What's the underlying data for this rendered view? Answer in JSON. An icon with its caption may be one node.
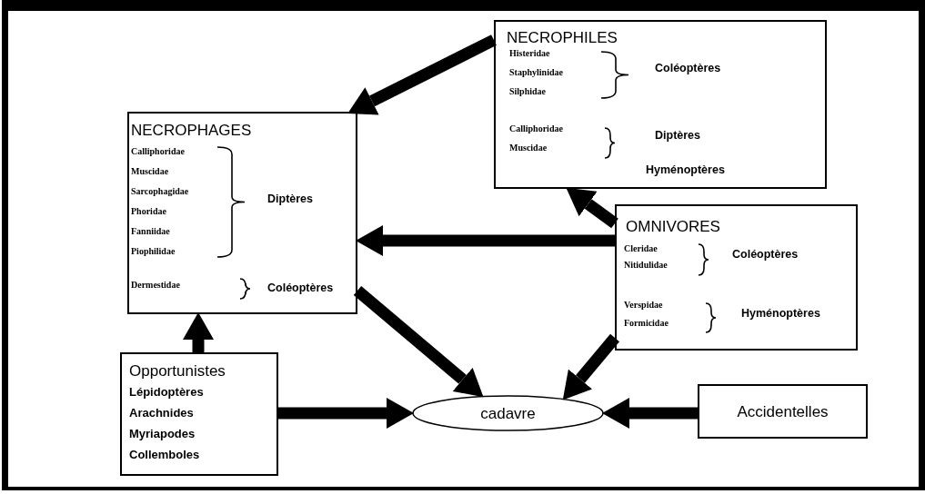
{
  "diagram": {
    "nodes": [
      {
        "text": [
          "NECROPHILES",
          "Histeridae",
          "Staphylinidae",
          "Silphidae",
          "Coléoptères",
          "Calliphoridae",
          "Muscidae",
          "Diptères",
          "Hyménoptères"
        ]
      },
      {
        "text": [
          "NECROPHAGES",
          "Calliphoridae",
          "Muscidae",
          "Sarcophagidae",
          "Phoridae",
          "Fanniidae",
          "Piophilidae",
          "Diptères",
          "Dermestidae",
          "Coléoptères"
        ]
      },
      {
        "text": [
          "OMNIVORES",
          "Cleridae",
          "Nitidulidae",
          "Coléoptères",
          "Verspidae",
          "Formicidae",
          "Hyménoptères"
        ]
      },
      {
        "text": [
          "Opportunistes",
          "Lépidoptères",
          "Arachnides",
          "Myriapodes",
          "Collemboles"
        ]
      },
      {
        "text": [
          "cadavre"
        ]
      },
      {
        "text": [
          "Accidentelles"
        ]
      }
    ],
    "edges": [
      {
        "from": 0,
        "to": 1,
        "arrow": "to"
      },
      {
        "from": 2,
        "to": 1,
        "arrow": "to"
      },
      {
        "from": 2,
        "to": 0,
        "arrow": "to"
      },
      {
        "from": 1,
        "to": 4,
        "arrow": "to"
      },
      {
        "from": 2,
        "to": 4,
        "arrow": "to"
      },
      {
        "from": 3,
        "to": 4,
        "arrow": "to"
      },
      {
        "from": 5,
        "to": 4,
        "arrow": "to"
      },
      {
        "from": 3,
        "to": 1,
        "arrow": "to"
      }
    ]
  }
}
